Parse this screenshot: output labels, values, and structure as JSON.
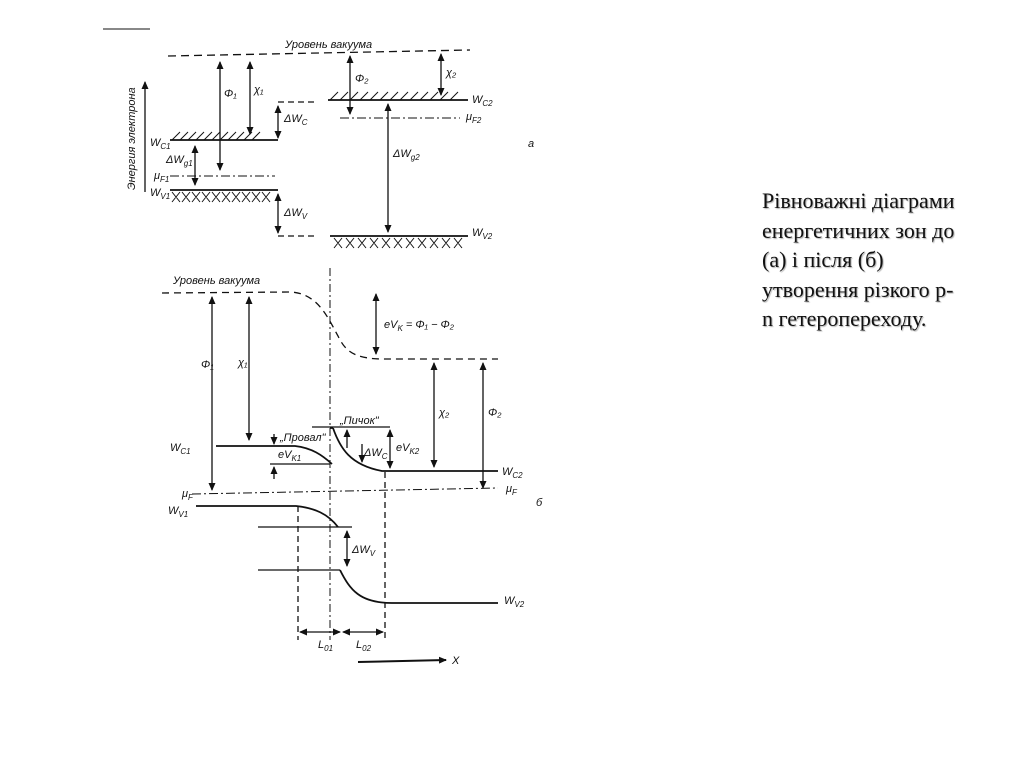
{
  "caption": {
    "line1": "Рівноважні діаграми",
    "line2": "енергетичних зон до",
    "line3": "(а) і після (б)",
    "line4": "утворення різкого  p-",
    "line5": "n гетеропереходу."
  },
  "diagram_a": {
    "panel_label": "а",
    "vacuum_label": "Уровень вакуума",
    "axis_label": "Энергия электрона",
    "phi1": "Φ₁",
    "chi1": "χ₁",
    "phi2": "Φ₂",
    "chi2": "χ₂",
    "wc1": "W",
    "wc1_sub": "C1",
    "wv1": "W",
    "wv1_sub": "V1",
    "wc2": "W",
    "wc2_sub": "C2",
    "wv2": "W",
    "wv2_sub": "V2",
    "dwg1": "ΔW",
    "dwg1_sub": "g1",
    "dwg2": "ΔW",
    "dwg2_sub": "g2",
    "dwc": "ΔW",
    "dwc_sub": "C",
    "dwv": "ΔW",
    "dwv_sub": "V",
    "muf1": "μ",
    "muf1_sub": "F1",
    "muf2": "μ",
    "muf2_sub": "F2"
  },
  "diagram_b": {
    "panel_label": "б",
    "vacuum_label": "Уровень вакуума",
    "evk_formula": "eV",
    "evk_sub": "K",
    "evk_rest": " = Φ₁ − Φ₂",
    "phi1": "Φ₁",
    "chi1": "χ₁",
    "phi2": "Φ₂",
    "chi2": "χ₂",
    "spike_label": "„Пичок\"",
    "notch_label": "„Провал\"",
    "wc1": "W",
    "wc1_sub": "C1",
    "wc2": "W",
    "wc2_sub": "C2",
    "wv1": "W",
    "wv1_sub": "V1",
    "wv2": "W",
    "wv2_sub": "V2",
    "evk1": "eV",
    "evk1_sub": "K1",
    "evk2": "eV",
    "evk2_sub": "K2",
    "dwc": "ΔW",
    "dwc_sub": "C",
    "dwv": "ΔW",
    "dwv_sub": "V",
    "muf": "μ",
    "muf_sub": "F",
    "muf_right": "μ",
    "muf_right_sub": "F",
    "l01": "L",
    "l01_sub": "01",
    "l02": "L",
    "l02_sub": "02",
    "x_axis": "X"
  }
}
